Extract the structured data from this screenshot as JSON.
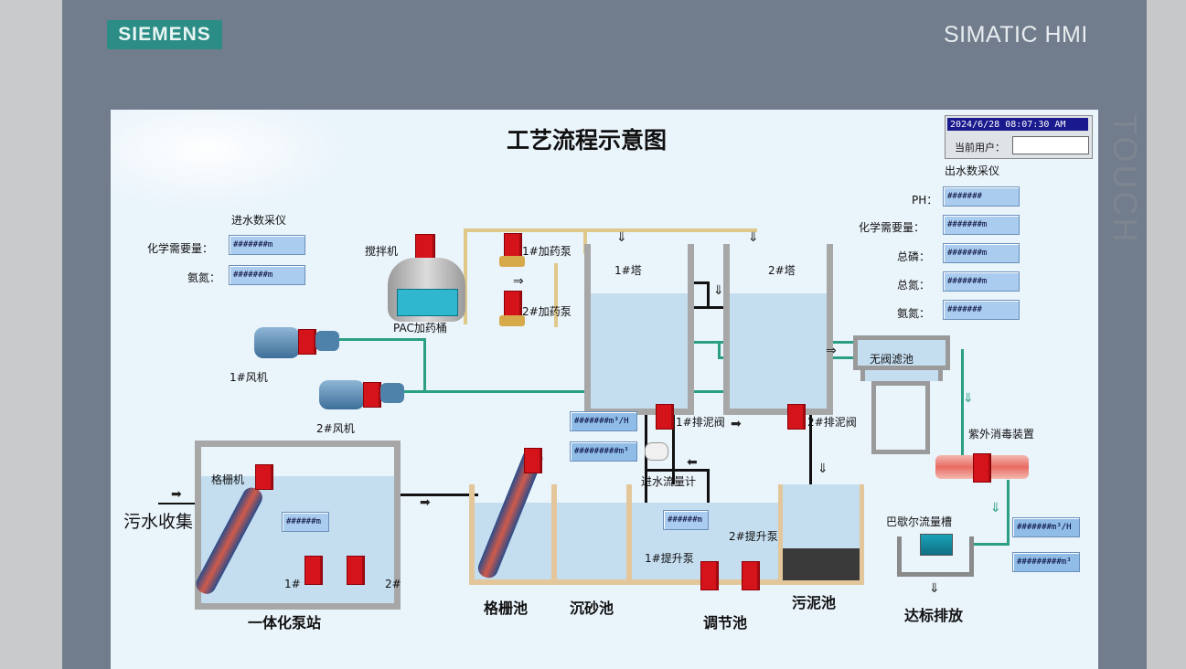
{
  "bezel": {
    "brand": "SIEMENS",
    "model": "SIMATIC HMI",
    "side_text": "TOUCH"
  },
  "screen": {
    "title": "工艺流程示意图",
    "datetime": "2024/6/28 08:07:30 AM",
    "current_user_label": "当前用户：",
    "current_user_value": ""
  },
  "inlet_panel": {
    "title": "进水数采仪",
    "rows": [
      {
        "label": "化学需要量：",
        "value": "#######m"
      },
      {
        "label": "氨氮：",
        "value": "#######m"
      }
    ]
  },
  "outlet_panel": {
    "title": "出水数采仪",
    "rows": [
      {
        "label": "PH：",
        "value": "#######"
      },
      {
        "label": "化学需要量：",
        "value": "#######m"
      },
      {
        "label": "总磷：",
        "value": "#######m"
      },
      {
        "label": "总氮：",
        "value": "#######m"
      },
      {
        "label": "氨氮：",
        "value": "#######"
      }
    ]
  },
  "equipment": {
    "mixer": "搅拌机",
    "pac_tank": "PAC加药桶",
    "dosing_pump_1": "1#加药泵",
    "dosing_pump_2": "2#加药泵",
    "tower_1": "1#塔",
    "tower_2": "2#塔",
    "blower_1": "1#风机",
    "blower_2": "2#风机",
    "sludge_valve_1": "1#排泥阀",
    "sludge_valve_2": "2#排泥阀",
    "valveless_filter": "无阀滤池",
    "uv_disinfection": "紫外消毒装置",
    "parshall_flume": "巴歇尔流量槽",
    "inlet_flowmeter": "进水流量计",
    "grille_machine": "格栅机",
    "lift_pump_1": "1#提升泵",
    "lift_pump_2": "2#提升泵",
    "pump_1": "1#",
    "pump_2": "2#"
  },
  "areas": {
    "sewage_collection": "污水收集",
    "integrated_pump_station": "一体化泵站",
    "grille_tank": "格栅池",
    "grit_tank": "沉砂池",
    "regulating_tank": "调节池",
    "sludge_tank": "污泥池",
    "discharge": "达标排放"
  },
  "readouts": {
    "pump_station_level": "######m",
    "inlet_flow_rate": "#######m³/H",
    "inlet_flow_total": "#########m³",
    "regulating_level": "######m",
    "outlet_flow_rate": "#######m³/H",
    "outlet_flow_total": "#########m³"
  }
}
